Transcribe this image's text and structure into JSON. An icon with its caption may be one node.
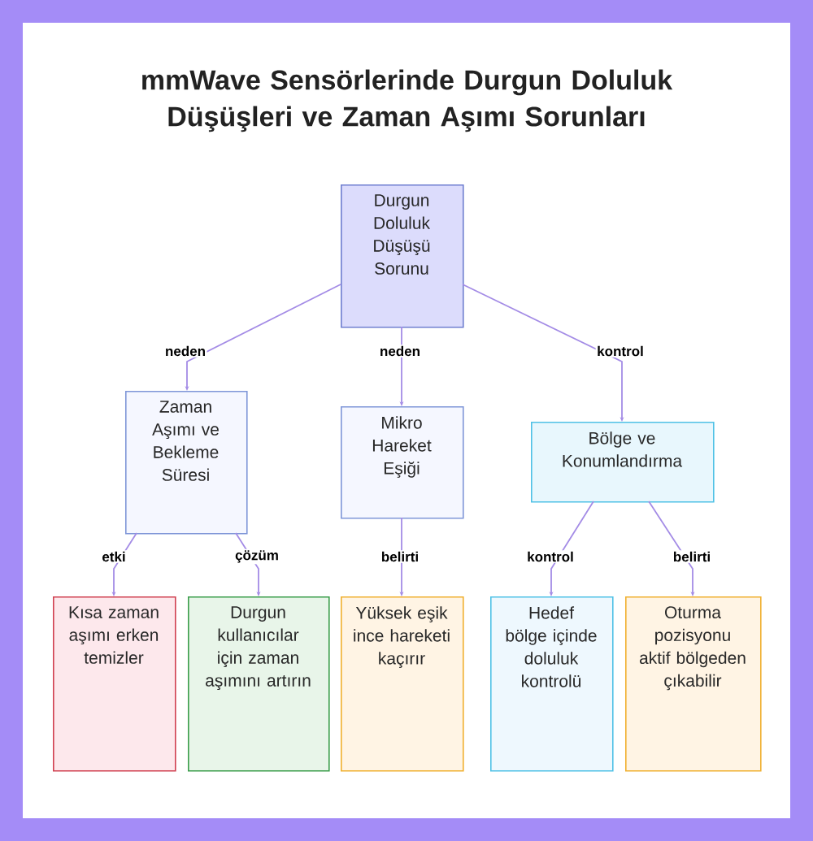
{
  "diagram": {
    "title": "mmWave Sensörlerinde Durgun Doluluk Düşüşleri ve Zaman Aşımı Sorunları",
    "nodes": [
      {
        "text": [
          "Durgun Doluluk Düşüşü Sorunu"
        ]
      },
      {
        "text": [
          "Zaman Aşımı ve Bekleme Süresi"
        ]
      },
      {
        "text": [
          "Mikro Hareket Eşiği"
        ]
      },
      {
        "text": [
          "Bölge ve Konumlandırma"
        ]
      },
      {
        "text": [
          "Kısa zaman aşımı erken temizler"
        ]
      },
      {
        "text": [
          "Durgun kullanıcılar için zaman aşımını artırın"
        ]
      },
      {
        "text": [
          "Yüksek eşik ince hareketi kaçırır"
        ]
      },
      {
        "text": [
          "Hedef bölge içinde doluluk kontrolü"
        ]
      },
      {
        "text": [
          "Oturma pozisyonu aktif bölgeden çıkabilir"
        ]
      }
    ],
    "edges": [
      {
        "from": 0,
        "to": 1,
        "arrow": "to",
        "label": "neden"
      },
      {
        "from": 0,
        "to": 2,
        "arrow": "to",
        "label": "neden"
      },
      {
        "from": 0,
        "to": 3,
        "arrow": "to",
        "label": "kontrol"
      },
      {
        "from": 1,
        "to": 4,
        "arrow": "to",
        "label": "etki"
      },
      {
        "from": 1,
        "to": 5,
        "arrow": "to",
        "label": "çözüm"
      },
      {
        "from": 2,
        "to": 6,
        "arrow": "to",
        "label": "belirti"
      },
      {
        "from": 3,
        "to": 7,
        "arrow": "to",
        "label": "kontrol"
      },
      {
        "from": 3,
        "to": 8,
        "arrow": "to",
        "label": "belirti"
      }
    ]
  }
}
